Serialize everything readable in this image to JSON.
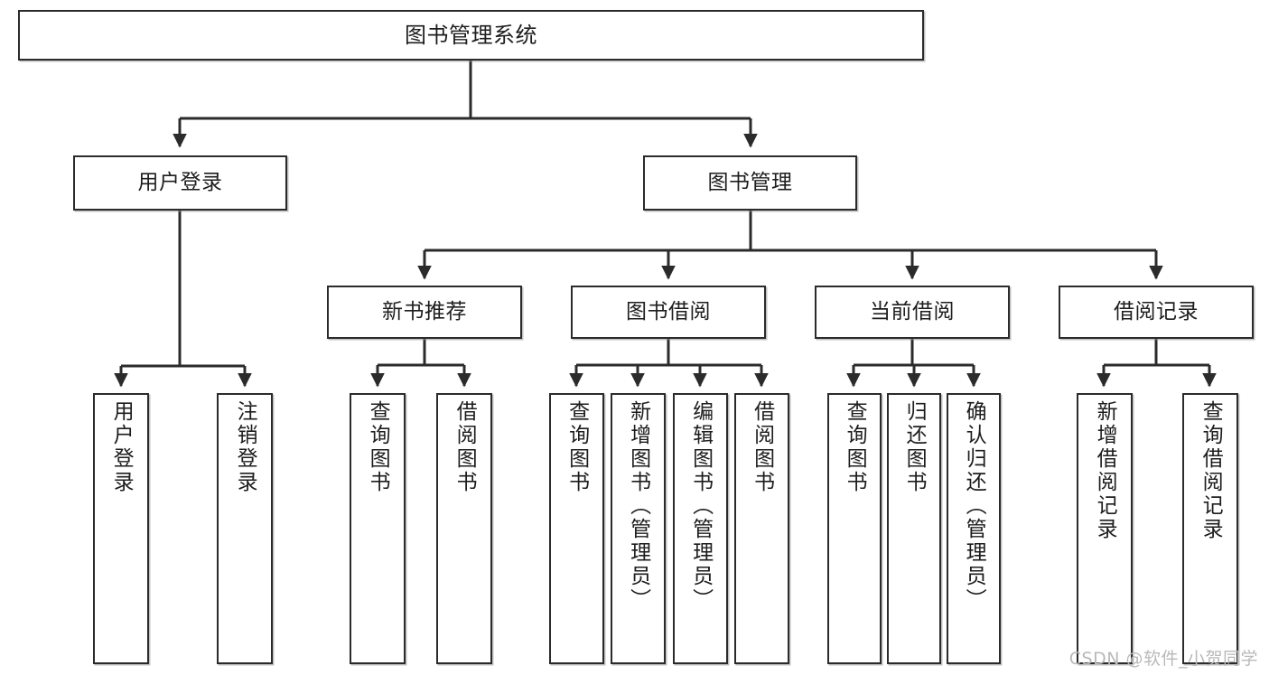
{
  "diagram": {
    "title": "图书管理系统",
    "watermark": "CSDN @软件_小贺同学",
    "line_color": "#2b2b2b",
    "box_border_color": "#2b2b2b",
    "box_fill_color": "#ffffff",
    "text_color": "#1d1d1d",
    "watermark_color": "#b9b9b9",
    "type": "tree",
    "root": {
      "label": "图书管理系统"
    },
    "level2": [
      {
        "label": "用户登录"
      },
      {
        "label": "图书管理"
      }
    ],
    "level3": [
      {
        "label": "新书推荐"
      },
      {
        "label": "图书借阅"
      },
      {
        "label": "当前借阅"
      },
      {
        "label": "借阅记录"
      }
    ],
    "leaves": {
      "user_login": [
        {
          "label": "用户登录"
        },
        {
          "label": "注销登录"
        }
      ],
      "new_book_recommend": [
        {
          "label": "查询图书"
        },
        {
          "label": "借阅图书"
        }
      ],
      "book_borrow": [
        {
          "label": "查询图书"
        },
        {
          "label": "新增图书（管理员）"
        },
        {
          "label": "编辑图书（管理员）"
        },
        {
          "label": "借阅图书"
        }
      ],
      "current_borrow": [
        {
          "label": "查询图书"
        },
        {
          "label": "归还图书"
        },
        {
          "label": "确认归还（管理员）"
        }
      ],
      "borrow_record": [
        {
          "label": "新增借阅记录"
        },
        {
          "label": "查询借阅记录"
        }
      ]
    }
  }
}
